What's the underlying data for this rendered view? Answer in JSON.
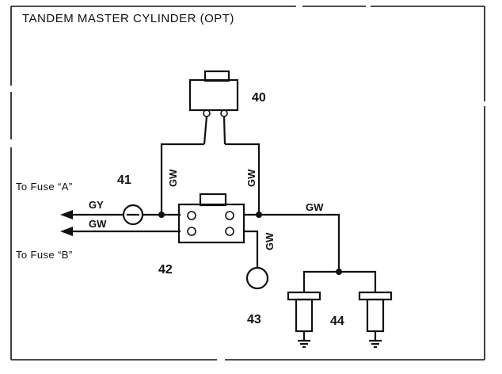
{
  "title": "TANDEM MASTER CYLINDER (OPT)",
  "components": {
    "sensor_40": "40",
    "junction_41": "41",
    "connector_42": "42",
    "lamp_43": "43",
    "switches_44": "44"
  },
  "wires": {
    "gw_left_vertical": "GW",
    "gw_right_vertical": "GW",
    "gw_horizontal": "GW",
    "gw_connector_down": "GW",
    "gy_lead": "GY",
    "gw_lead": "GW"
  },
  "fuse_labels": {
    "fuse_a": "To Fuse “A”",
    "fuse_b": "To Fuse “B”"
  },
  "colors": {
    "ink": "#111111",
    "paper": "#ffffff"
  }
}
